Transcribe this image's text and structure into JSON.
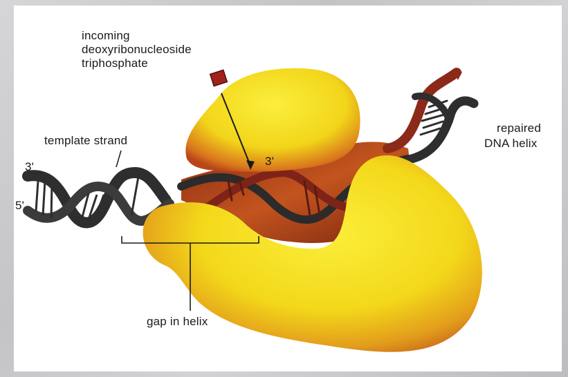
{
  "labels": {
    "incoming_line1": "incoming",
    "incoming_line2": "deoxyribonucleoside",
    "incoming_line3": "triphosphate",
    "template_strand": "template strand",
    "repaired_line1": "repaired",
    "repaired_line2": "DNA helix",
    "end_3prime_left": "3'",
    "end_5prime_left": "5'",
    "end_3prime_center": "3'",
    "gap": "gap in helix"
  },
  "colors": {
    "enzyme_yellow": "#f6e21c",
    "enzyme_shadow": "#c9591c",
    "strand_dark": "#2e2e2e",
    "strand_red": "#9a2a1e",
    "nucleotide_red": "#a0221c"
  }
}
